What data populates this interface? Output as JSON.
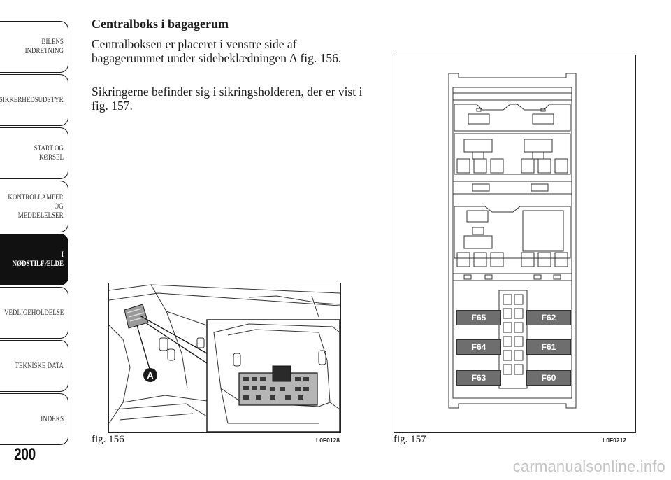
{
  "sidebar": {
    "tabs": [
      {
        "label": "BILENS\nINDRETNING",
        "active": false
      },
      {
        "label": "SIKKERHEDSUDSTYR",
        "active": false
      },
      {
        "label": "START OG KØRSEL",
        "active": false
      },
      {
        "label": "KONTROLLAMPER\nOG MEDDELELSER",
        "active": false
      },
      {
        "label": "I NØDSTILFÆLDE",
        "active": true
      },
      {
        "label": "VEDLIGEHOLDELSE",
        "active": false
      },
      {
        "label": "TEKNISKE DATA",
        "active": false
      },
      {
        "label": "INDEKS",
        "active": false
      }
    ]
  },
  "page_number": "200",
  "content": {
    "heading": "Centralboks i bagagerum",
    "paragraph_1": "Centralboksen er placeret i venstre side af bagagerummet under sidebeklædningen A fig. 156.",
    "paragraph_2": "Sikringerne befinder sig i sikringsholderen, der er vist i fig. 157."
  },
  "figure_156": {
    "caption": "fig. 156",
    "code": "L0F0128",
    "callout": "A"
  },
  "figure_157": {
    "caption": "fig. 157",
    "code": "L0F0212",
    "fuses_left": [
      "F65",
      "F64",
      "F63"
    ],
    "fuses_right": [
      "F62",
      "F61",
      "F60"
    ],
    "fuse_label_color": "#6e6e6e"
  },
  "watermark": "carmanualsonline.info"
}
